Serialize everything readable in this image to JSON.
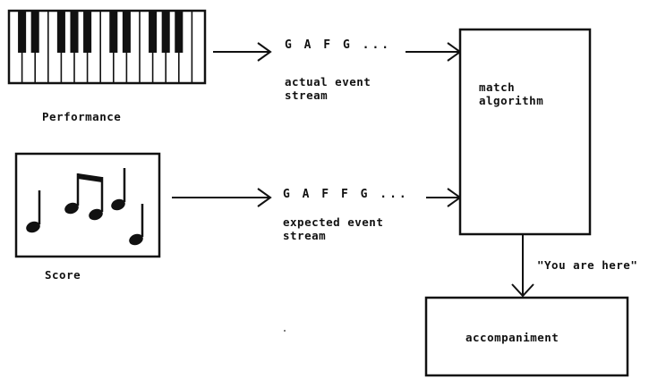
{
  "labels": {
    "performance": "Performance",
    "score": "Score",
    "actual_sequence": "G A F G ...",
    "actual_caption_line1": "actual event",
    "actual_caption_line2": "stream",
    "expected_sequence": "G A F F G ...",
    "expected_caption_line1": "expected event",
    "expected_caption_line2": "stream",
    "match_line1": "match",
    "match_line2": "algorithm",
    "position_quote": "\"You are here\"",
    "accompaniment": "accompaniment"
  },
  "icons": {
    "keyboard": "piano-keyboard-icon",
    "score": "music-notes-icon"
  },
  "colors": {
    "ink": "#111111",
    "background": "#ffffff"
  }
}
